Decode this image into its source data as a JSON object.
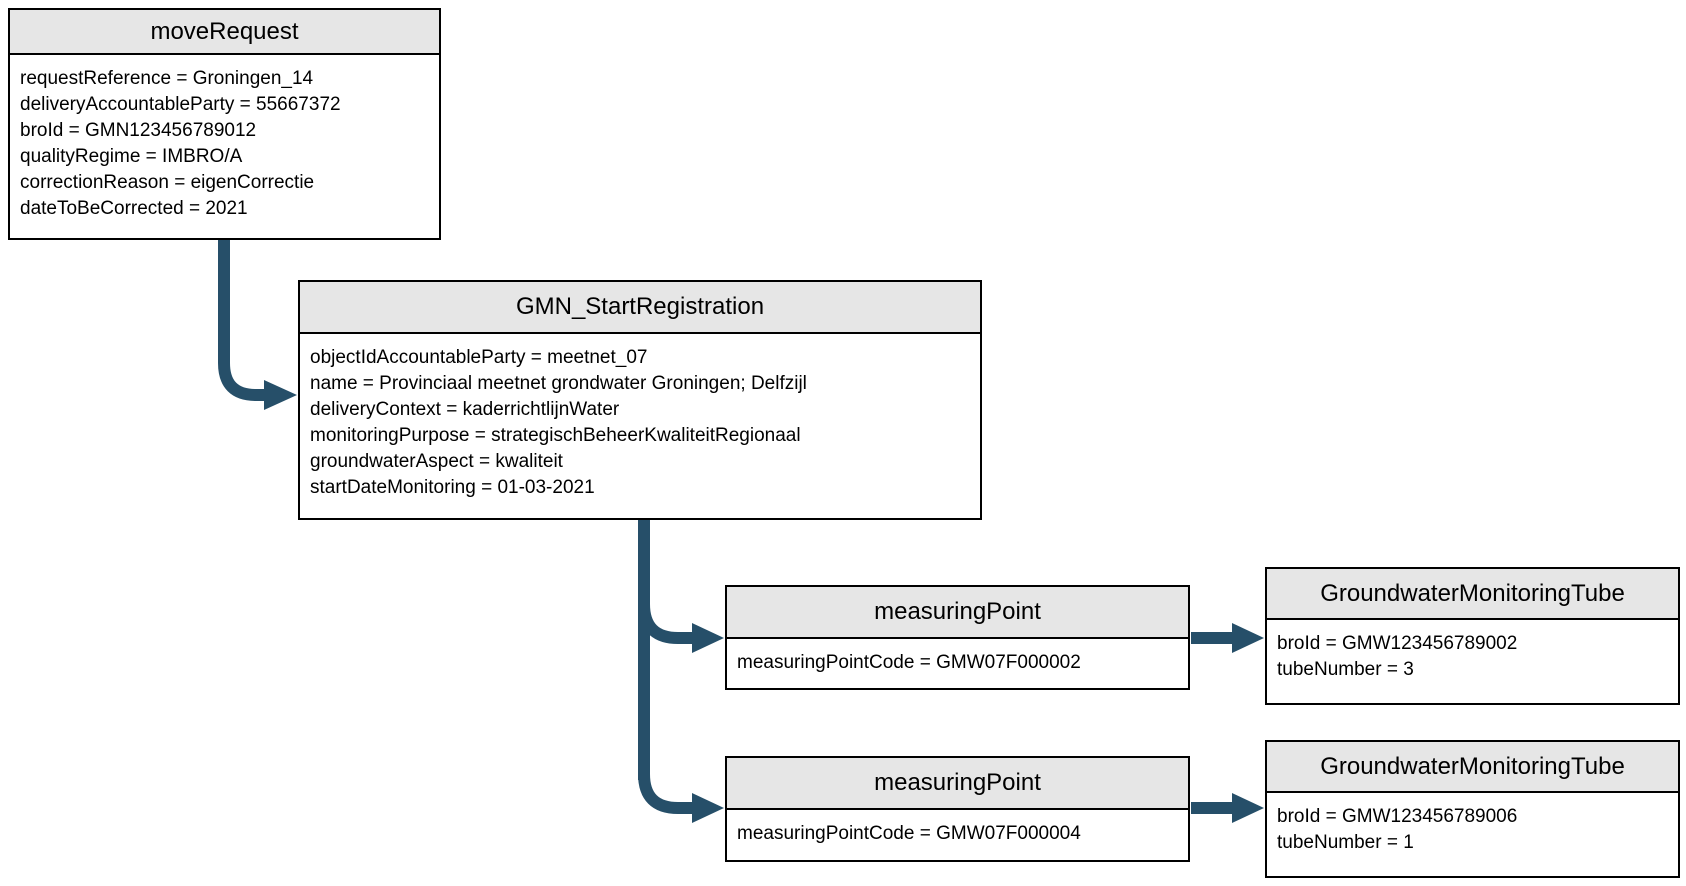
{
  "diagram": {
    "colors": {
      "background": "#ffffff",
      "box_border": "#000000",
      "header_fill": "#e6e6e6",
      "arrow": "#264f69",
      "text": "#000000"
    },
    "nodes": [
      {
        "id": "moveRequest",
        "title": "moveRequest",
        "attributes": [
          "requestReference = Groningen_14",
          "deliveryAccountableParty = 55667372",
          "broId = GMN123456789012",
          "qualityRegime = IMBRO/A",
          "correctionReason = eigenCorrectie",
          "dateToBeCorrected = 2021"
        ]
      },
      {
        "id": "GMN_StartRegistration",
        "title": "GMN_StartRegistration",
        "attributes": [
          "objectIdAccountableParty = meetnet_07",
          "name = Provinciaal meetnet grondwater Groningen; Delfzijl",
          "deliveryContext = kaderrichtlijnWater",
          "monitoringPurpose = strategischBeheerKwaliteitRegionaal",
          "groundwaterAspect = kwaliteit",
          "startDateMonitoring = 01-03-2021"
        ]
      },
      {
        "id": "measuringPoint_1",
        "title": "measuringPoint",
        "attributes": [
          "measuringPointCode = GMW07F000002"
        ]
      },
      {
        "id": "GroundwaterMonitoringTube_1",
        "title": "GroundwaterMonitoringTube",
        "attributes": [
          "broId = GMW123456789002",
          "tubeNumber = 3"
        ]
      },
      {
        "id": "measuringPoint_2",
        "title": "measuringPoint",
        "attributes": [
          "measuringPointCode = GMW07F000004"
        ]
      },
      {
        "id": "GroundwaterMonitoringTube_2",
        "title": "GroundwaterMonitoringTube",
        "attributes": [
          "broId = GMW123456789006",
          "tubeNumber = 1"
        ]
      }
    ],
    "edges": [
      {
        "from": "moveRequest",
        "to": "GMN_StartRegistration"
      },
      {
        "from": "GMN_StartRegistration",
        "to": "measuringPoint_1"
      },
      {
        "from": "GMN_StartRegistration",
        "to": "measuringPoint_2"
      },
      {
        "from": "measuringPoint_1",
        "to": "GroundwaterMonitoringTube_1"
      },
      {
        "from": "measuringPoint_2",
        "to": "GroundwaterMonitoringTube_2"
      }
    ]
  }
}
